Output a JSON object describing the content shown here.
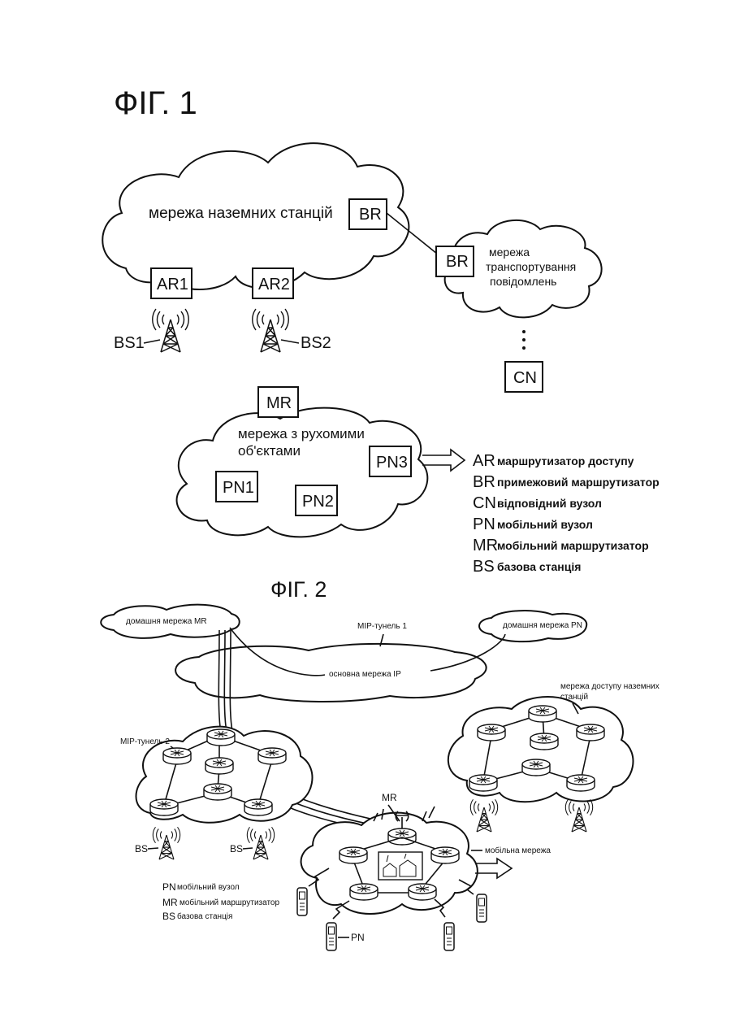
{
  "fig1": {
    "title": "ФІГ. 1",
    "ground_network": "мережа наземних станцій",
    "transport_network": [
      "мережа",
      "транспортування",
      "повідомлень"
    ],
    "mobile_network": [
      "мережа з рухомими",
      "об'єктами"
    ],
    "boxes": {
      "br1": "BR",
      "br2": "BR",
      "ar1": "AR1",
      "ar2": "AR2",
      "cn": "CN",
      "mr": "MR",
      "pn1": "PN1",
      "pn2": "PN2",
      "pn3": "PN3"
    },
    "bs1": "BS1",
    "bs2": "BS2",
    "legend": [
      {
        "abbr": "AR",
        "text": "маршрутизатор доступу"
      },
      {
        "abbr": "BR",
        "text": "примежовий маршрутизатор"
      },
      {
        "abbr": "CN",
        "text": "відповідний вузол"
      },
      {
        "abbr": "PN",
        "text": "мобільний вузол"
      },
      {
        "abbr": "MR",
        "text": "мобільний маршрутизатор"
      },
      {
        "abbr": "BS",
        "text": "базова станція"
      }
    ]
  },
  "fig2": {
    "title": "ФІГ. 2",
    "home_mr": "домашня мережа MR",
    "home_pn": "домашня мережа PN",
    "tunnel1": "MIP-тунель 1",
    "core_ip": "основна мережа IP",
    "access_net": [
      "мережа доступу наземних",
      "станцій"
    ],
    "tunnel2": "MIP-тунель 2",
    "mr": "MR",
    "mobile_net": "мобільна мережа",
    "bs_left": "BS",
    "bs_right": "BS",
    "pn": "PN",
    "legend": [
      {
        "abbr": "PN",
        "text": "мобільний вузол"
      },
      {
        "abbr": "MR",
        "text": "мобільний маршрутизатор"
      },
      {
        "abbr": "BS",
        "text": "базова станція"
      }
    ]
  }
}
